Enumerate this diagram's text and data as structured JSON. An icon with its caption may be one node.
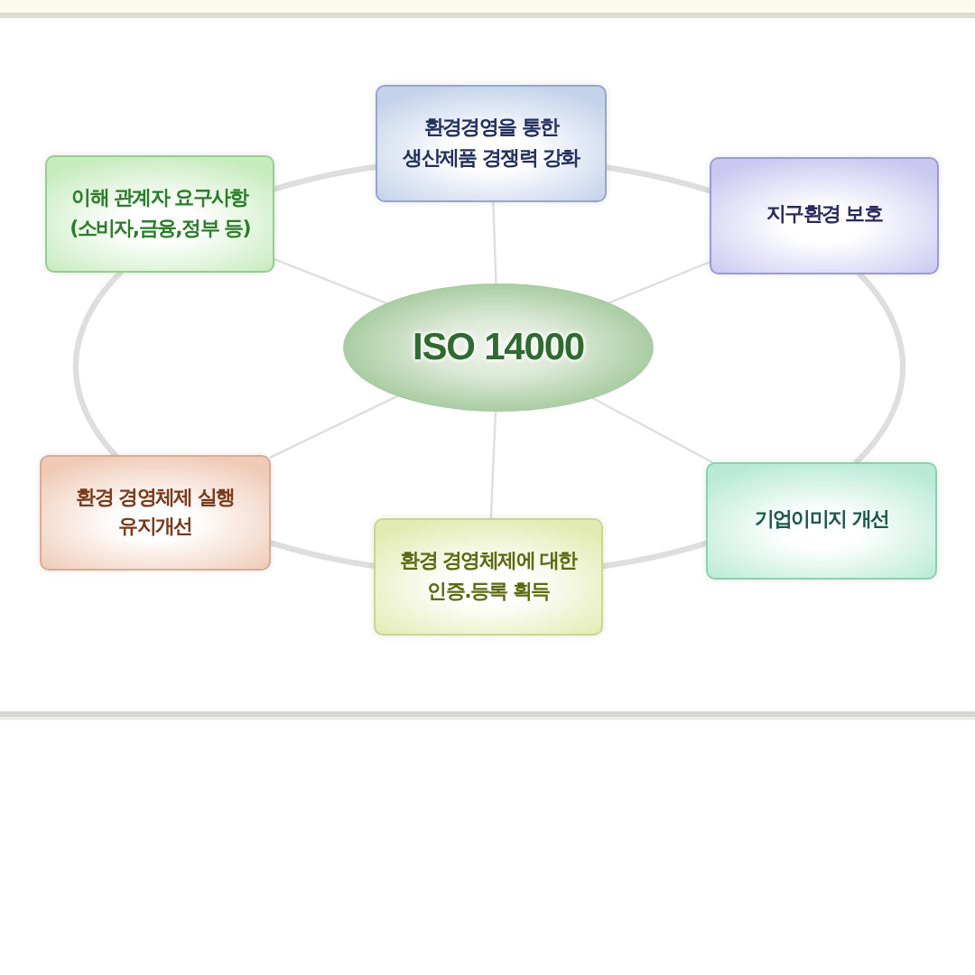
{
  "diagram": {
    "nodes": [
      {
        "text": [
          "환경경영을 통한 생산제품 경쟁력 강화"
        ]
      },
      {
        "text": [
          "이해 관계자 요구사항 (소비자,금융,정부 등)"
        ]
      },
      {
        "text": [
          "지구환경 보호"
        ]
      },
      {
        "text": [
          "ISO 14000"
        ]
      },
      {
        "text": [
          "환경 경영체제 실행 유지개선"
        ]
      },
      {
        "text": [
          "기업이미지 개선"
        ]
      },
      {
        "text": [
          "환경 경영체제에 대한 인증.등록 획득"
        ]
      }
    ],
    "edges": [
      {
        "from": 3,
        "to": 0,
        "arrow": "none"
      },
      {
        "from": 3,
        "to": 1,
        "arrow": "none"
      },
      {
        "from": 3,
        "to": 2,
        "arrow": "none"
      },
      {
        "from": 3,
        "to": 4,
        "arrow": "none"
      },
      {
        "from": 3,
        "to": 5,
        "arrow": "none"
      },
      {
        "from": 3,
        "to": 6,
        "arrow": "none"
      },
      {
        "from": 0,
        "to": 2,
        "arrow": "none",
        "style": "thick"
      },
      {
        "from": 2,
        "to": 5,
        "arrow": "none",
        "style": "thick"
      },
      {
        "from": 5,
        "to": 6,
        "arrow": "none",
        "style": "thick"
      },
      {
        "from": 6,
        "to": 4,
        "arrow": "none",
        "style": "thick"
      },
      {
        "from": 4,
        "to": 1,
        "arrow": "none",
        "style": "thick"
      },
      {
        "from": 1,
        "to": 0,
        "arrow": "none",
        "style": "thick"
      }
    ]
  }
}
